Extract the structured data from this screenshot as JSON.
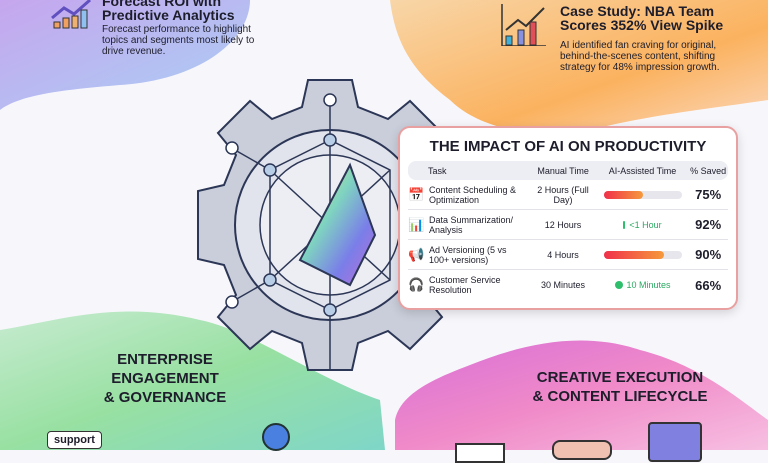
{
  "top_left": {
    "title_line1": "Forecast ROI with",
    "title_line2": "Predictive Analytics",
    "body": "Forecast performance to highlight topics and segments most likely to drive revenue.",
    "icon": "growth-chart-icon"
  },
  "top_right": {
    "title": "Case Study: NBA Team Scores 352% View Spike",
    "body": "AI identified fan craving for original, behind-the-scenes content, shifting strategy for 48% impression growth.",
    "icon": "bar-chart-arrow-icon"
  },
  "table": {
    "title": "THE IMPACT OF AI ON PRODUCTIVITY",
    "headers": [
      "Task",
      "Manual Time",
      "AI-Assisted Time",
      "% Saved"
    ],
    "rows": [
      {
        "task": "Content Scheduling & Optimization",
        "manual": "2 Hours (Full Day)",
        "ai_bar": 0.5,
        "ai_label": "",
        "saved": "75%",
        "icon": "calendar-icon"
      },
      {
        "task": "Data Summarization/ Analysis",
        "manual": "12 Hours",
        "ai_bar": 0.02,
        "ai_label": "<1 Hour",
        "saved": "92%",
        "icon": "bar-chart-icon"
      },
      {
        "task": "Ad Versioning (5 vs 100+ versions)",
        "manual": "4 Hours",
        "ai_bar": 0.78,
        "ai_label": "",
        "saved": "90%",
        "icon": "megaphone-icon"
      },
      {
        "task": "Customer Service Resolution",
        "manual": "30 Minutes",
        "ai_bar": 0.1,
        "ai_label": "10 Minutes",
        "saved": "66%",
        "icon": "headset-icon"
      }
    ]
  },
  "bottom_left": {
    "title_line1": "ENTERPRISE",
    "title_line2": "ENGAGEMENT",
    "title_line3": "& GOVERNANCE",
    "chip": "support"
  },
  "bottom_right": {
    "title_line1": "CREATIVE EXECUTION",
    "title_line2": "& CONTENT LIFECYCLE"
  },
  "colors": {
    "purple_blob": "#b9a8f0",
    "orange_blob": "#f9b46a",
    "green_blob": "#9ee0a8",
    "pink_blob": "#ee8fd0",
    "gear": "#c9ceda",
    "outline": "#2c3656"
  }
}
